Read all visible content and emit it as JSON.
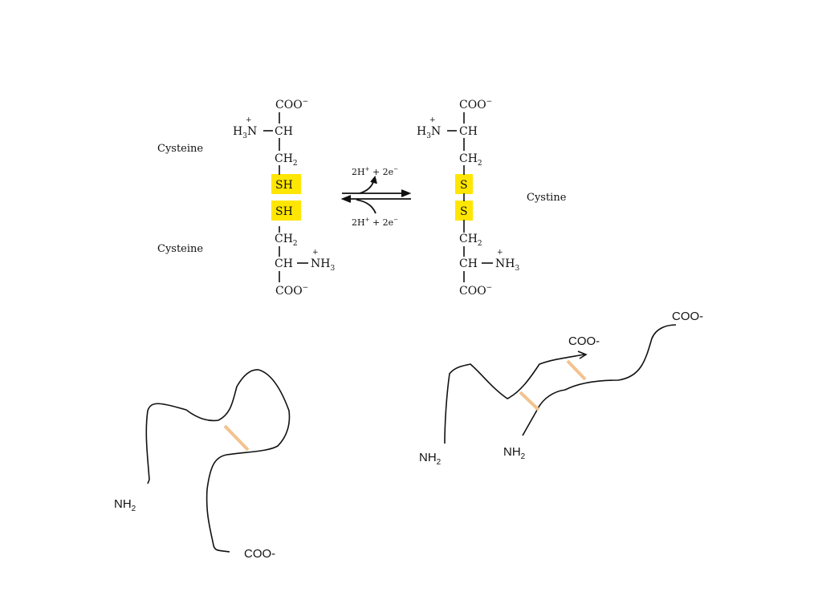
{
  "colors": {
    "highlight": "#ffe600",
    "disulfide_bond": "#f3c28f",
    "ink": "#111111"
  },
  "reaction": {
    "left_top": {
      "name": "Cysteine",
      "coo": "COO",
      "h3n": "H",
      "h3n_sub": "3",
      "h3n_n": "N",
      "ch": "CH",
      "ch2": "CH",
      "ch2_sub": "2",
      "sh": "SH"
    },
    "left_bottom": {
      "name": "Cysteine",
      "sh": "SH",
      "ch2": "CH",
      "ch2_sub": "2",
      "ch": "CH",
      "nh3": "NH",
      "nh3_sub": "3",
      "coo": "COO"
    },
    "arrows": {
      "top_h": "2H",
      "top_e": " + 2e",
      "bottom_h": "2H",
      "bottom_e": " + 2e"
    },
    "right": {
      "name": "Cystine",
      "coo_top": "COO",
      "h3n": "H",
      "h3n_sub": "3",
      "h3n_n": "N",
      "ch_top": "CH",
      "ch2_top": "CH",
      "ch2_sub": "2",
      "s_top": "S",
      "s_bottom": "S",
      "ch2_bottom": "CH",
      "ch_bottom": "CH",
      "nh3": "NH",
      "nh3_sub": "3",
      "coo_bottom": "COO"
    },
    "signs": {
      "plus": "+",
      "minus": "−"
    }
  },
  "chains": {
    "single": {
      "nh2": "NH",
      "nh2_sub": "2",
      "coo": "COO-"
    },
    "double": {
      "chain1_nh2": "NH",
      "chain1_sub": "2",
      "chain1_coo": "COO-",
      "chain2_nh2": "NH",
      "chain2_sub": "2",
      "chain2_coo": "COO-"
    }
  }
}
